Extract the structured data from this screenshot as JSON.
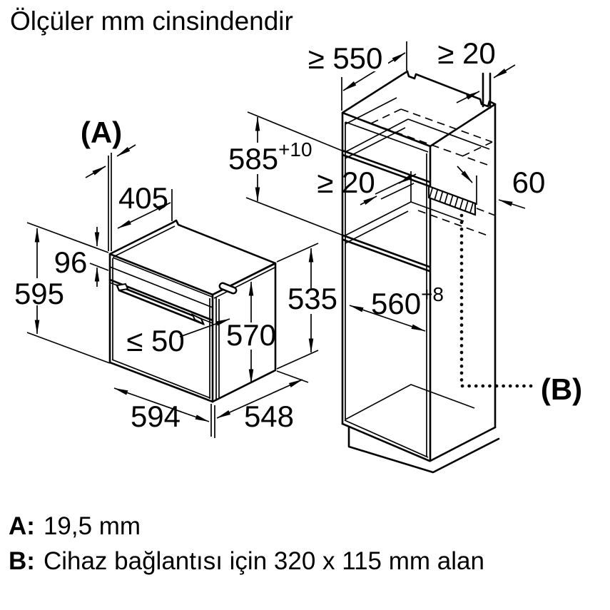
{
  "title": "Ölçüler mm cinsindendir",
  "colors": {
    "line": "#000000",
    "background": "#ffffff",
    "text": "#000000"
  },
  "oven": {
    "label": "(A)",
    "dims": {
      "top_depth": "405",
      "front_panel_height": "96",
      "total_height": "595",
      "door_protrusion": "≤ 50",
      "inner_height": "570",
      "rear_height": "535",
      "width": "594",
      "depth": "548"
    }
  },
  "cabinet": {
    "label": "(B)",
    "dims": {
      "min_depth": "≥ 550",
      "top_wall_gap": "≥ 20",
      "niche_height": "585",
      "niche_height_tolerance": "+10",
      "rear_gap": "≥ 20",
      "rear_recess_depth": "60",
      "niche_width": "560",
      "niche_width_tolerance": "+8"
    }
  },
  "legend": {
    "a_key": "A:",
    "a_value": "19,5 mm",
    "b_key": "B:",
    "b_value": "Cihaz bağlantısı için 320 x 115 mm alan"
  }
}
